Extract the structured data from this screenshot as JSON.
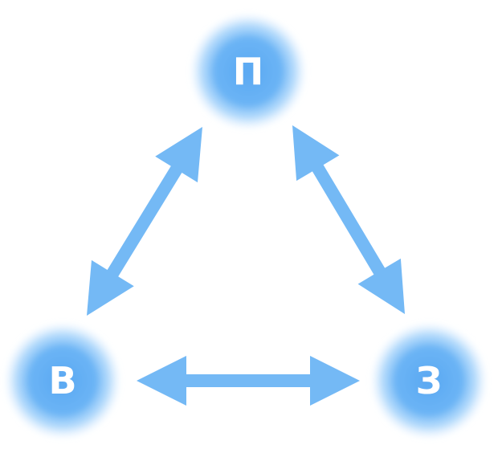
{
  "nodes": {
    "top": {
      "label": "П"
    },
    "left": {
      "label": "В"
    },
    "right": {
      "label": "З"
    }
  },
  "colors": {
    "arrow": "#74b9f5",
    "node_core": "#5aa8f2",
    "node_glow": "#9fd0fb",
    "label": "#ffffff",
    "background": "#ffffff"
  }
}
